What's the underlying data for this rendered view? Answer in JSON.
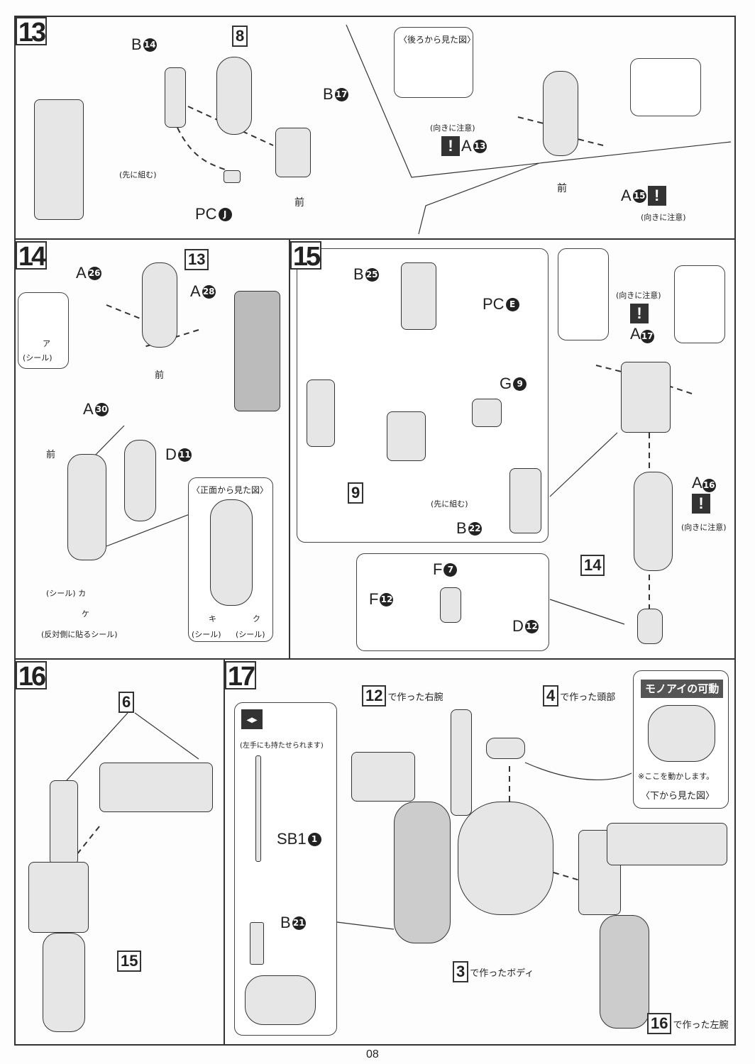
{
  "page_number": "08",
  "step13": {
    "number": "13",
    "b14": {
      "l": "B",
      "n": "14"
    },
    "step8": "8",
    "b17": {
      "l": "B",
      "n": "17"
    },
    "pcj": {
      "l": "PC",
      "n": "J"
    },
    "pre_assemble": "(先に組む)",
    "front": "前",
    "back_view": "〈後ろから見た図〉",
    "caution1": "(向きに注意)",
    "a13": {
      "l": "A",
      "n": "13"
    },
    "a15": {
      "l": "A",
      "n": "15"
    },
    "caution2": "(向きに注意)",
    "warn": "!"
  },
  "step14": {
    "number": "14",
    "a26": {
      "l": "A",
      "n": "26"
    },
    "step13": "13",
    "a28": {
      "l": "A",
      "n": "28"
    },
    "a30": {
      "l": "A",
      "n": "30"
    },
    "sticker_a": "ア",
    "sticker": "(シール)",
    "front1": "前",
    "front2": "前",
    "d11": {
      "l": "D",
      "n": "11"
    },
    "front_view": "〈正面から見た図〉",
    "sticker_ka": "(シール) カ",
    "sticker_ke": "ケ",
    "opposite_sticker": "(反対側に貼るシール)",
    "sticker_ki": "キ",
    "sticker_ku": "ク",
    "sticker2": "(シール)",
    "sticker3": "(シール)"
  },
  "step15": {
    "number": "15",
    "b25": {
      "l": "B",
      "n": "25"
    },
    "pce": {
      "l": "PC",
      "n": "E"
    },
    "g9": {
      "l": "G",
      "n": "9"
    },
    "step9": "9",
    "pre_assemble": "(先に組む)",
    "b22": {
      "l": "B",
      "n": "22"
    },
    "caution1": "(向きに注意)",
    "a17": {
      "l": "A",
      "n": "17"
    },
    "a16": {
      "l": "A",
      "n": "16"
    },
    "caution2": "(向きに注意)",
    "step14": "14",
    "f7": {
      "l": "F",
      "n": "7"
    },
    "f12": {
      "l": "F",
      "n": "12"
    },
    "d12": {
      "l": "D",
      "n": "12"
    },
    "warn": "!"
  },
  "step16": {
    "number": "16",
    "step6": "6",
    "step15": "15"
  },
  "step17": {
    "number": "17",
    "left_hand_note": "(左手にも持たせられます)",
    "sb1": {
      "l": "SB1",
      "n": "1"
    },
    "b21": {
      "l": "B",
      "n": "21"
    },
    "right_arm": {
      "n": "12",
      "t": "で作った右腕"
    },
    "head": {
      "n": "4",
      "t": "で作った頭部"
    },
    "monoeye_title": "モノアイの可動",
    "monoeye_note": "※ここを動かします。",
    "bottom_view": "〈下から見た図〉",
    "body": {
      "n": "3",
      "t": "で作ったボディ"
    },
    "left_arm": {
      "n": "16",
      "t": "で作った左腕"
    }
  }
}
